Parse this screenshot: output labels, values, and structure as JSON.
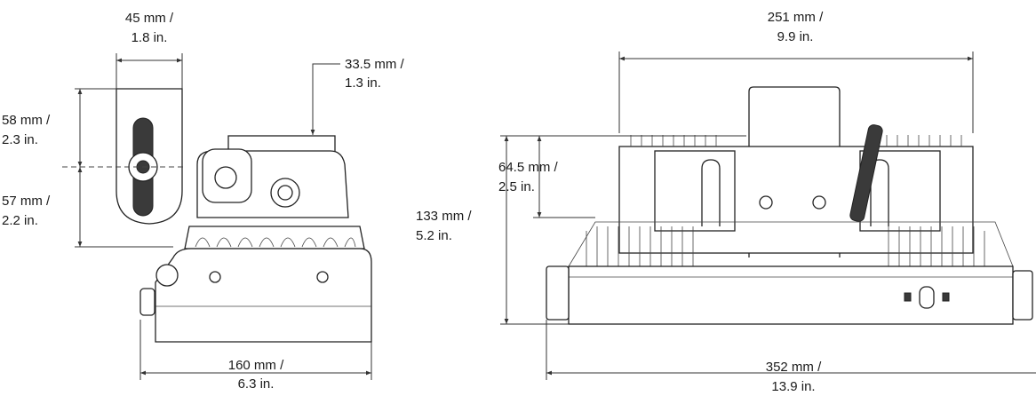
{
  "side_view": {
    "dims": {
      "top_width": [
        "45 mm /",
        "1.8 in."
      ],
      "top_offset": [
        "33.5 mm /",
        "1.3 in."
      ],
      "upper_height": [
        "58 mm /",
        "2.3 in."
      ],
      "lower_height": [
        "57 mm /",
        "2.2 in."
      ],
      "base_width": [
        "160 mm /",
        "6.3 in."
      ]
    }
  },
  "front_view": {
    "dims": {
      "top_width": [
        "251 mm /",
        "9.9 in."
      ],
      "inner_height": [
        "64.5 mm /",
        "2.5 in."
      ],
      "total_height": [
        "133 mm /",
        "5.2 in."
      ],
      "total_width": [
        "352 mm /",
        "13.9 in."
      ]
    }
  }
}
